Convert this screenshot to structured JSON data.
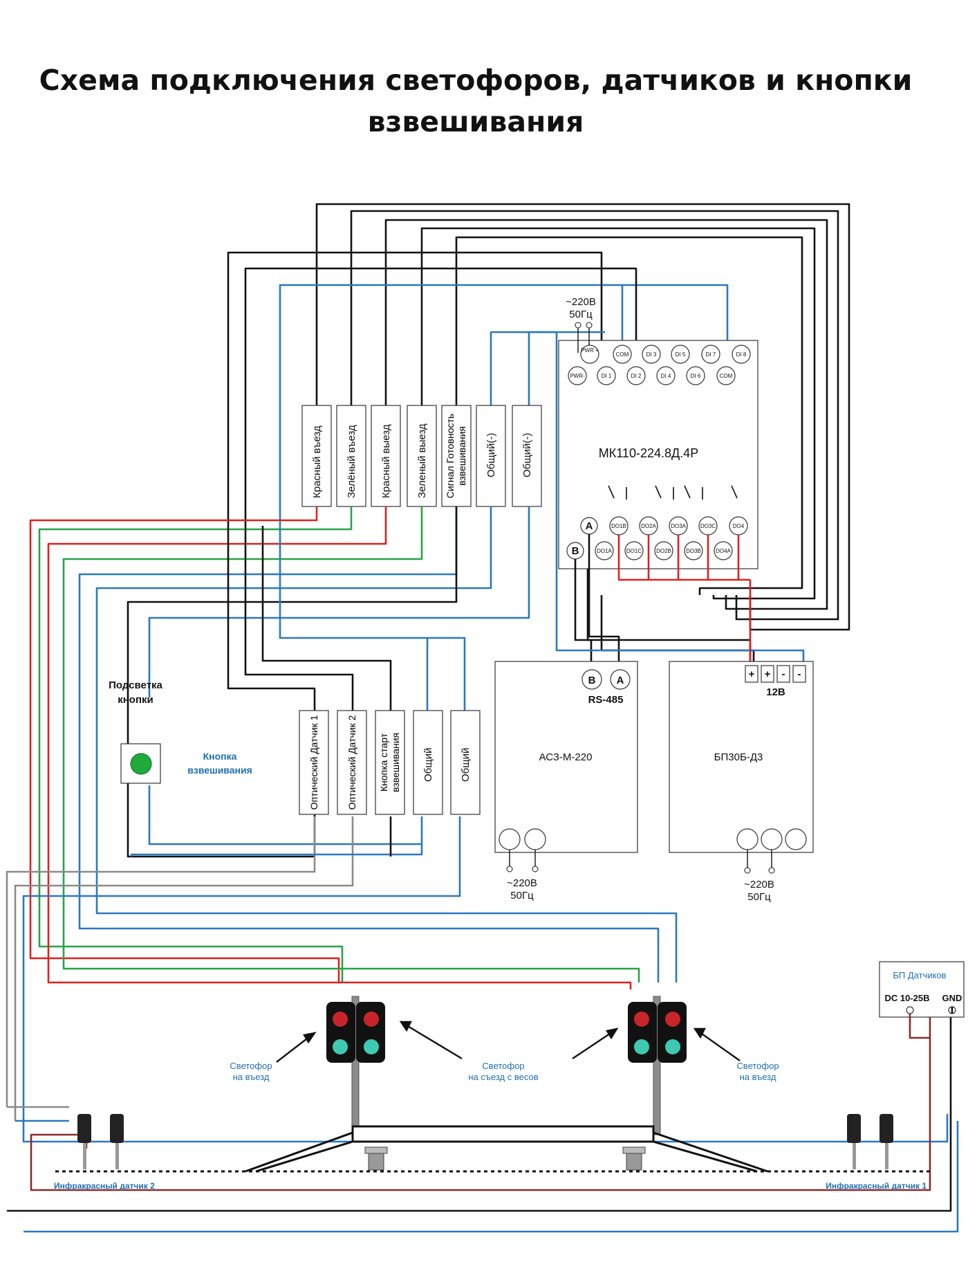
{
  "title": {
    "line1": "Схема подключения светофоров, датчиков и кнопки",
    "line2": "взвешивания"
  },
  "terminal_block_top": [
    "Красный въезд",
    "Зелёный въезд",
    "Красный выезд",
    "Зеленый выезд",
    "Сигнал Готовность взвешивания",
    "Общий(-)",
    "Общий(-)"
  ],
  "terminal_block_bottom": [
    "Оптический Датчик 1",
    "Оптический Датчик 2",
    "Кнопка старт взвешивания",
    "Общий",
    "Общий"
  ],
  "mk110": {
    "name": "МК110-224.8Д.4Р",
    "power_label_1": "~220В",
    "power_label_2": "50Гц",
    "top_pins_upper": [
      "PWR +",
      "COM",
      "DI 3",
      "DI 5",
      "DI 7",
      "DI 8"
    ],
    "top_pins_lower": [
      "PWR-",
      "DI 1",
      "DI 2",
      "DI 4",
      "DI 6",
      "COM"
    ],
    "bottom_pins_upper": [
      "A",
      "DO1B",
      "DO2A",
      "DO3A",
      "DO3C",
      "DO4"
    ],
    "bottom_pins_lower": [
      "B",
      "DO1A",
      "DO1C",
      "DO2B",
      "DO3B",
      "DO4A"
    ]
  },
  "acz": {
    "name": "АСЗ-М-220",
    "pin_b": "B",
    "pin_a": "A",
    "interface": "RS-485",
    "power_label_1": "~220В",
    "power_label_2": "50Гц"
  },
  "bp": {
    "name": "БП30Б-Д3",
    "pins": [
      "+",
      "+",
      "-",
      "-"
    ],
    "voltage": "12В",
    "power_label_1": "~220В",
    "power_label_2": "50Гц"
  },
  "button": {
    "backlight_label_1": "Подсветка",
    "backlight_label_2": "кнопки",
    "label_1": "Кнопка",
    "label_2": "взвешивания",
    "color": "#1faa3c"
  },
  "sensor_psu": {
    "title": "БП Датчиков",
    "dc_label": "DC 10-25В",
    "gnd_label": "GND"
  },
  "traffic_lights": {
    "entry_left_1": "Светофор",
    "entry_left_2": "на въезд",
    "exit_1": "Светофор",
    "exit_2": "на съезд с весов",
    "entry_right_1": "Светофор",
    "entry_right_2": "на въезд"
  },
  "ir_sensors": {
    "sensor_2": "Инфракрасный датчик 2",
    "sensor_1": "Инфракрасный датчик 1"
  },
  "colors": {
    "wire_black": "#111111",
    "wire_blue": "#2a78c0",
    "wire_red": "#e02020",
    "wire_green": "#27a349",
    "wire_gray": "#8a8a8a",
    "wire_brown": "#8b2a2a",
    "label_blue": "#1f6fb4"
  }
}
